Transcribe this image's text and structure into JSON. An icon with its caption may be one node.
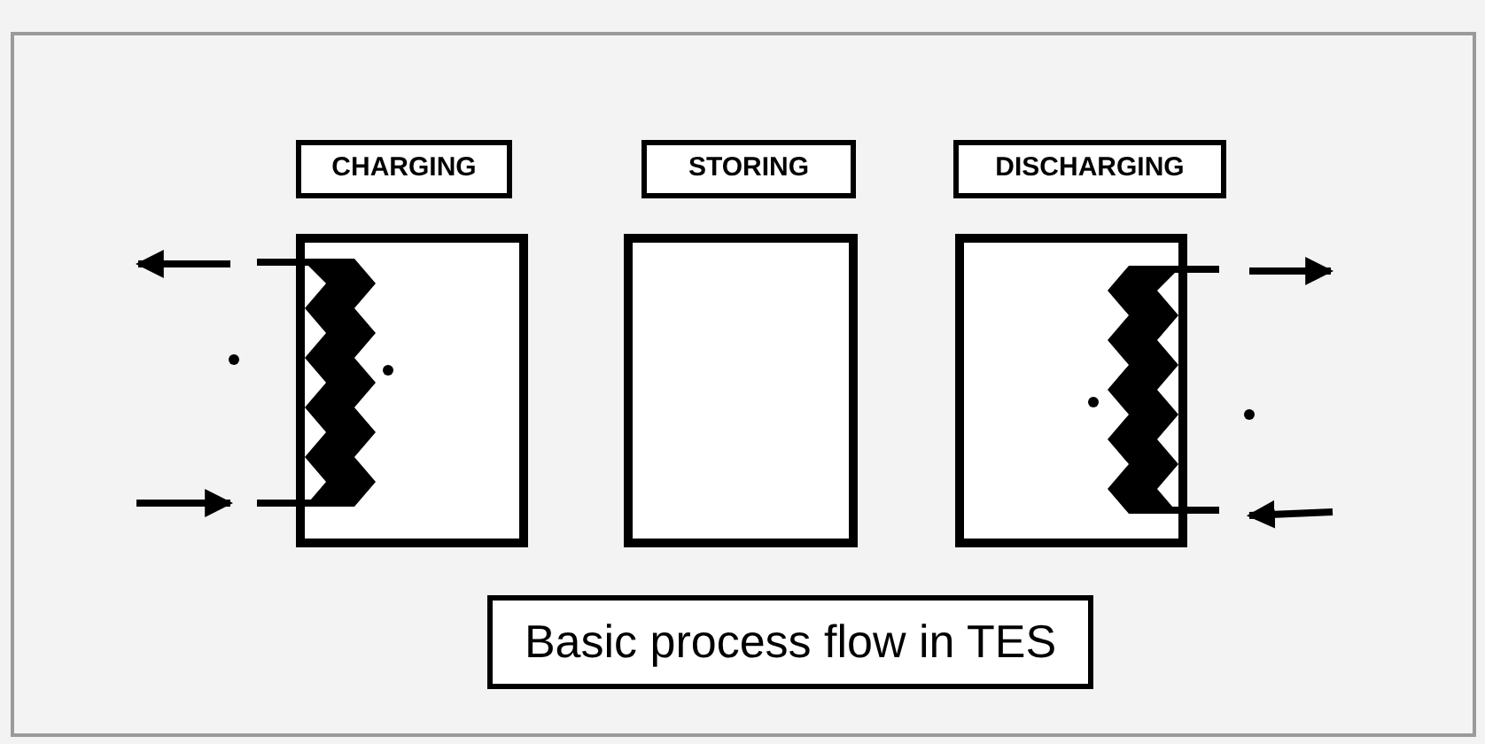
{
  "diagram": {
    "nodes": [
      {
        "text": [
          "CHARGING"
        ]
      },
      {
        "text": [],
        "shape": "box"
      },
      {
        "text": [
          "STORING"
        ]
      },
      {
        "text": [],
        "shape": "box"
      },
      {
        "text": [
          "DISCHARGING"
        ]
      },
      {
        "text": [],
        "shape": "box"
      },
      {
        "text": [
          "Basic process flow in TES"
        ]
      }
    ]
  }
}
